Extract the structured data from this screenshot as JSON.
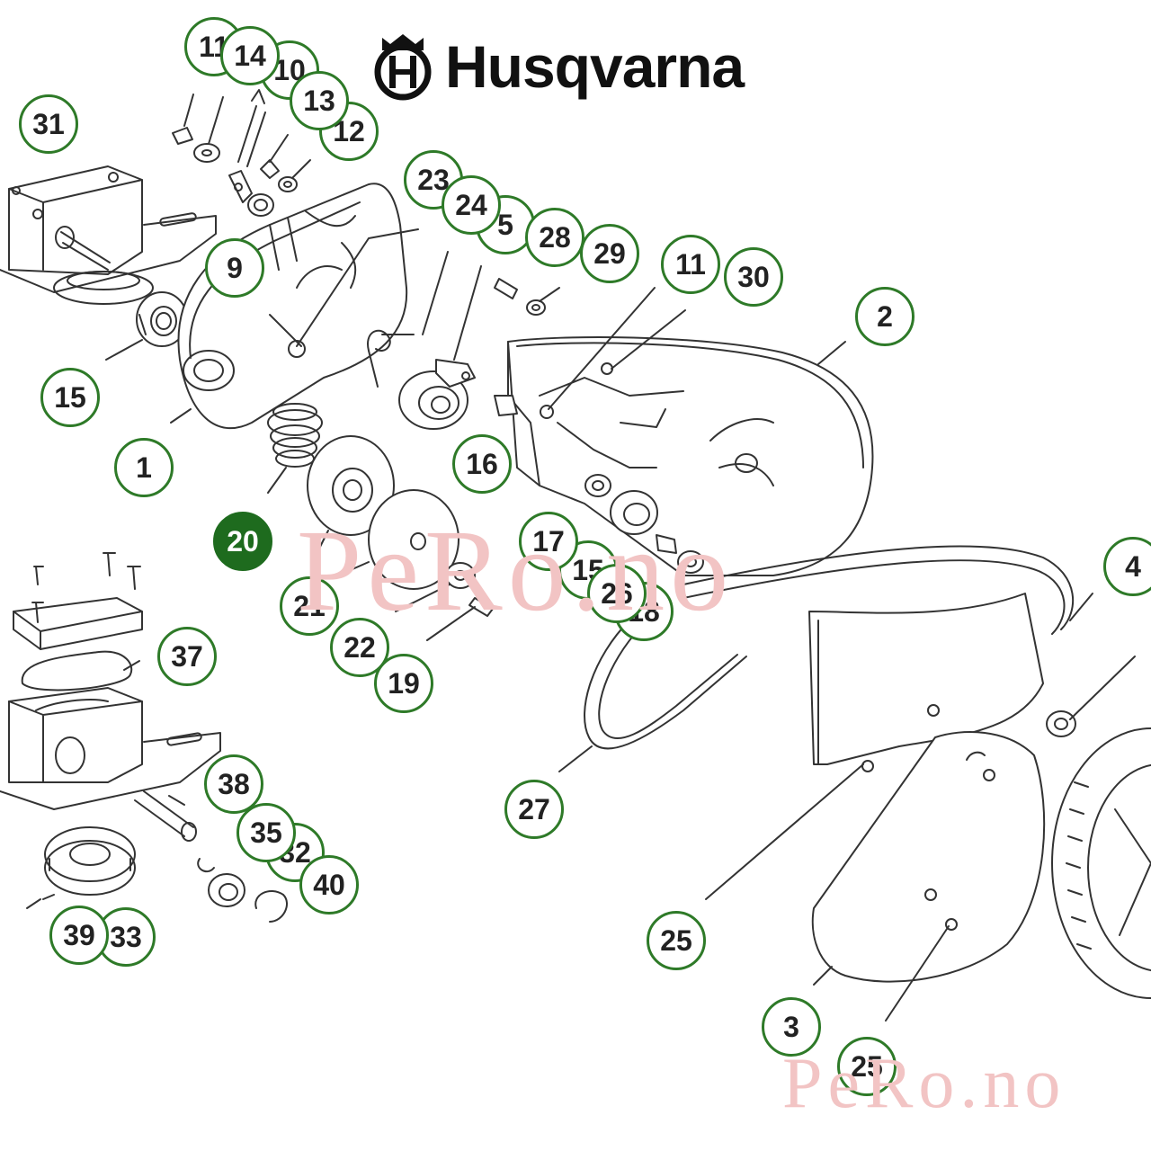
{
  "brand": {
    "name": "Husqvarna",
    "logo_icon": "husqvarna-crown-icon"
  },
  "watermarks": [
    "PeRo.no",
    "PeRo.no"
  ],
  "colors": {
    "callout_border": "#2e7a28",
    "callout_active_fill": "#1e6b1e",
    "line_art": "#333333",
    "watermark": "#f2c4c4"
  },
  "selected_part": "20",
  "callouts": [
    "11",
    "14",
    "10",
    "13",
    "12",
    "31",
    "23",
    "24",
    "5",
    "28",
    "29",
    "11",
    "30",
    "9",
    "2",
    "15",
    "1",
    "16",
    "20",
    "17",
    "15",
    "26",
    "18",
    "21",
    "22",
    "19",
    "4",
    "37",
    "27",
    "38",
    "35",
    "32",
    "40",
    "39",
    "33",
    "25",
    "3",
    "25"
  ]
}
